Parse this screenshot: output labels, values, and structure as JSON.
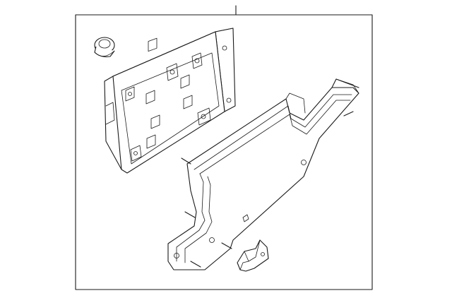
{
  "diagram": {
    "parts": [
      {
        "name": "retainer-nut"
      },
      {
        "name": "control-module"
      },
      {
        "name": "mounting-bracket"
      },
      {
        "name": "clip"
      }
    ]
  }
}
